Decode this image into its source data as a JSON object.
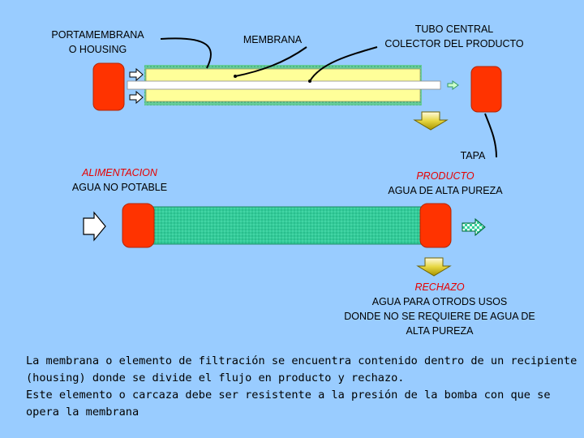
{
  "labels": {
    "housing": [
      "PORTAMEMBRANA",
      "O HOUSING"
    ],
    "membrana": "MEMBRANA",
    "tubo": [
      "TUBO CENTRAL",
      "COLECTOR DEL PRODUCTO"
    ],
    "tapa": "TAPA",
    "alimentacion": {
      "title": "ALIMENTACION",
      "desc": "AGUA NO POTABLE"
    },
    "producto": {
      "title": "PRODUCTO",
      "desc": "AGUA DE ALTA PUREZA"
    },
    "rechazo": {
      "title": "RECHAZO",
      "lines": [
        "AGUA PARA OTRODS USOS",
        "DONDE NO SE REQUIERE DE AGUA DE",
        "ALTA PUREZA"
      ]
    }
  },
  "description": [
    "La membrana o elemento de filtración se encuentra contenido dentro de un recipiente",
    "(housing) donde se divide el flujo en producto y rechazo.",
    "Este elemento o carcaza debe ser resistente a la presión de la bomba con que se",
    "opera la membrana"
  ],
  "colors": {
    "background": "#99ccff",
    "cap": "#ff3300",
    "membrane": "#ffff99",
    "module_body": "#33cc99",
    "arrow_gold": "#c8b400",
    "accent_red": "#e60000"
  }
}
